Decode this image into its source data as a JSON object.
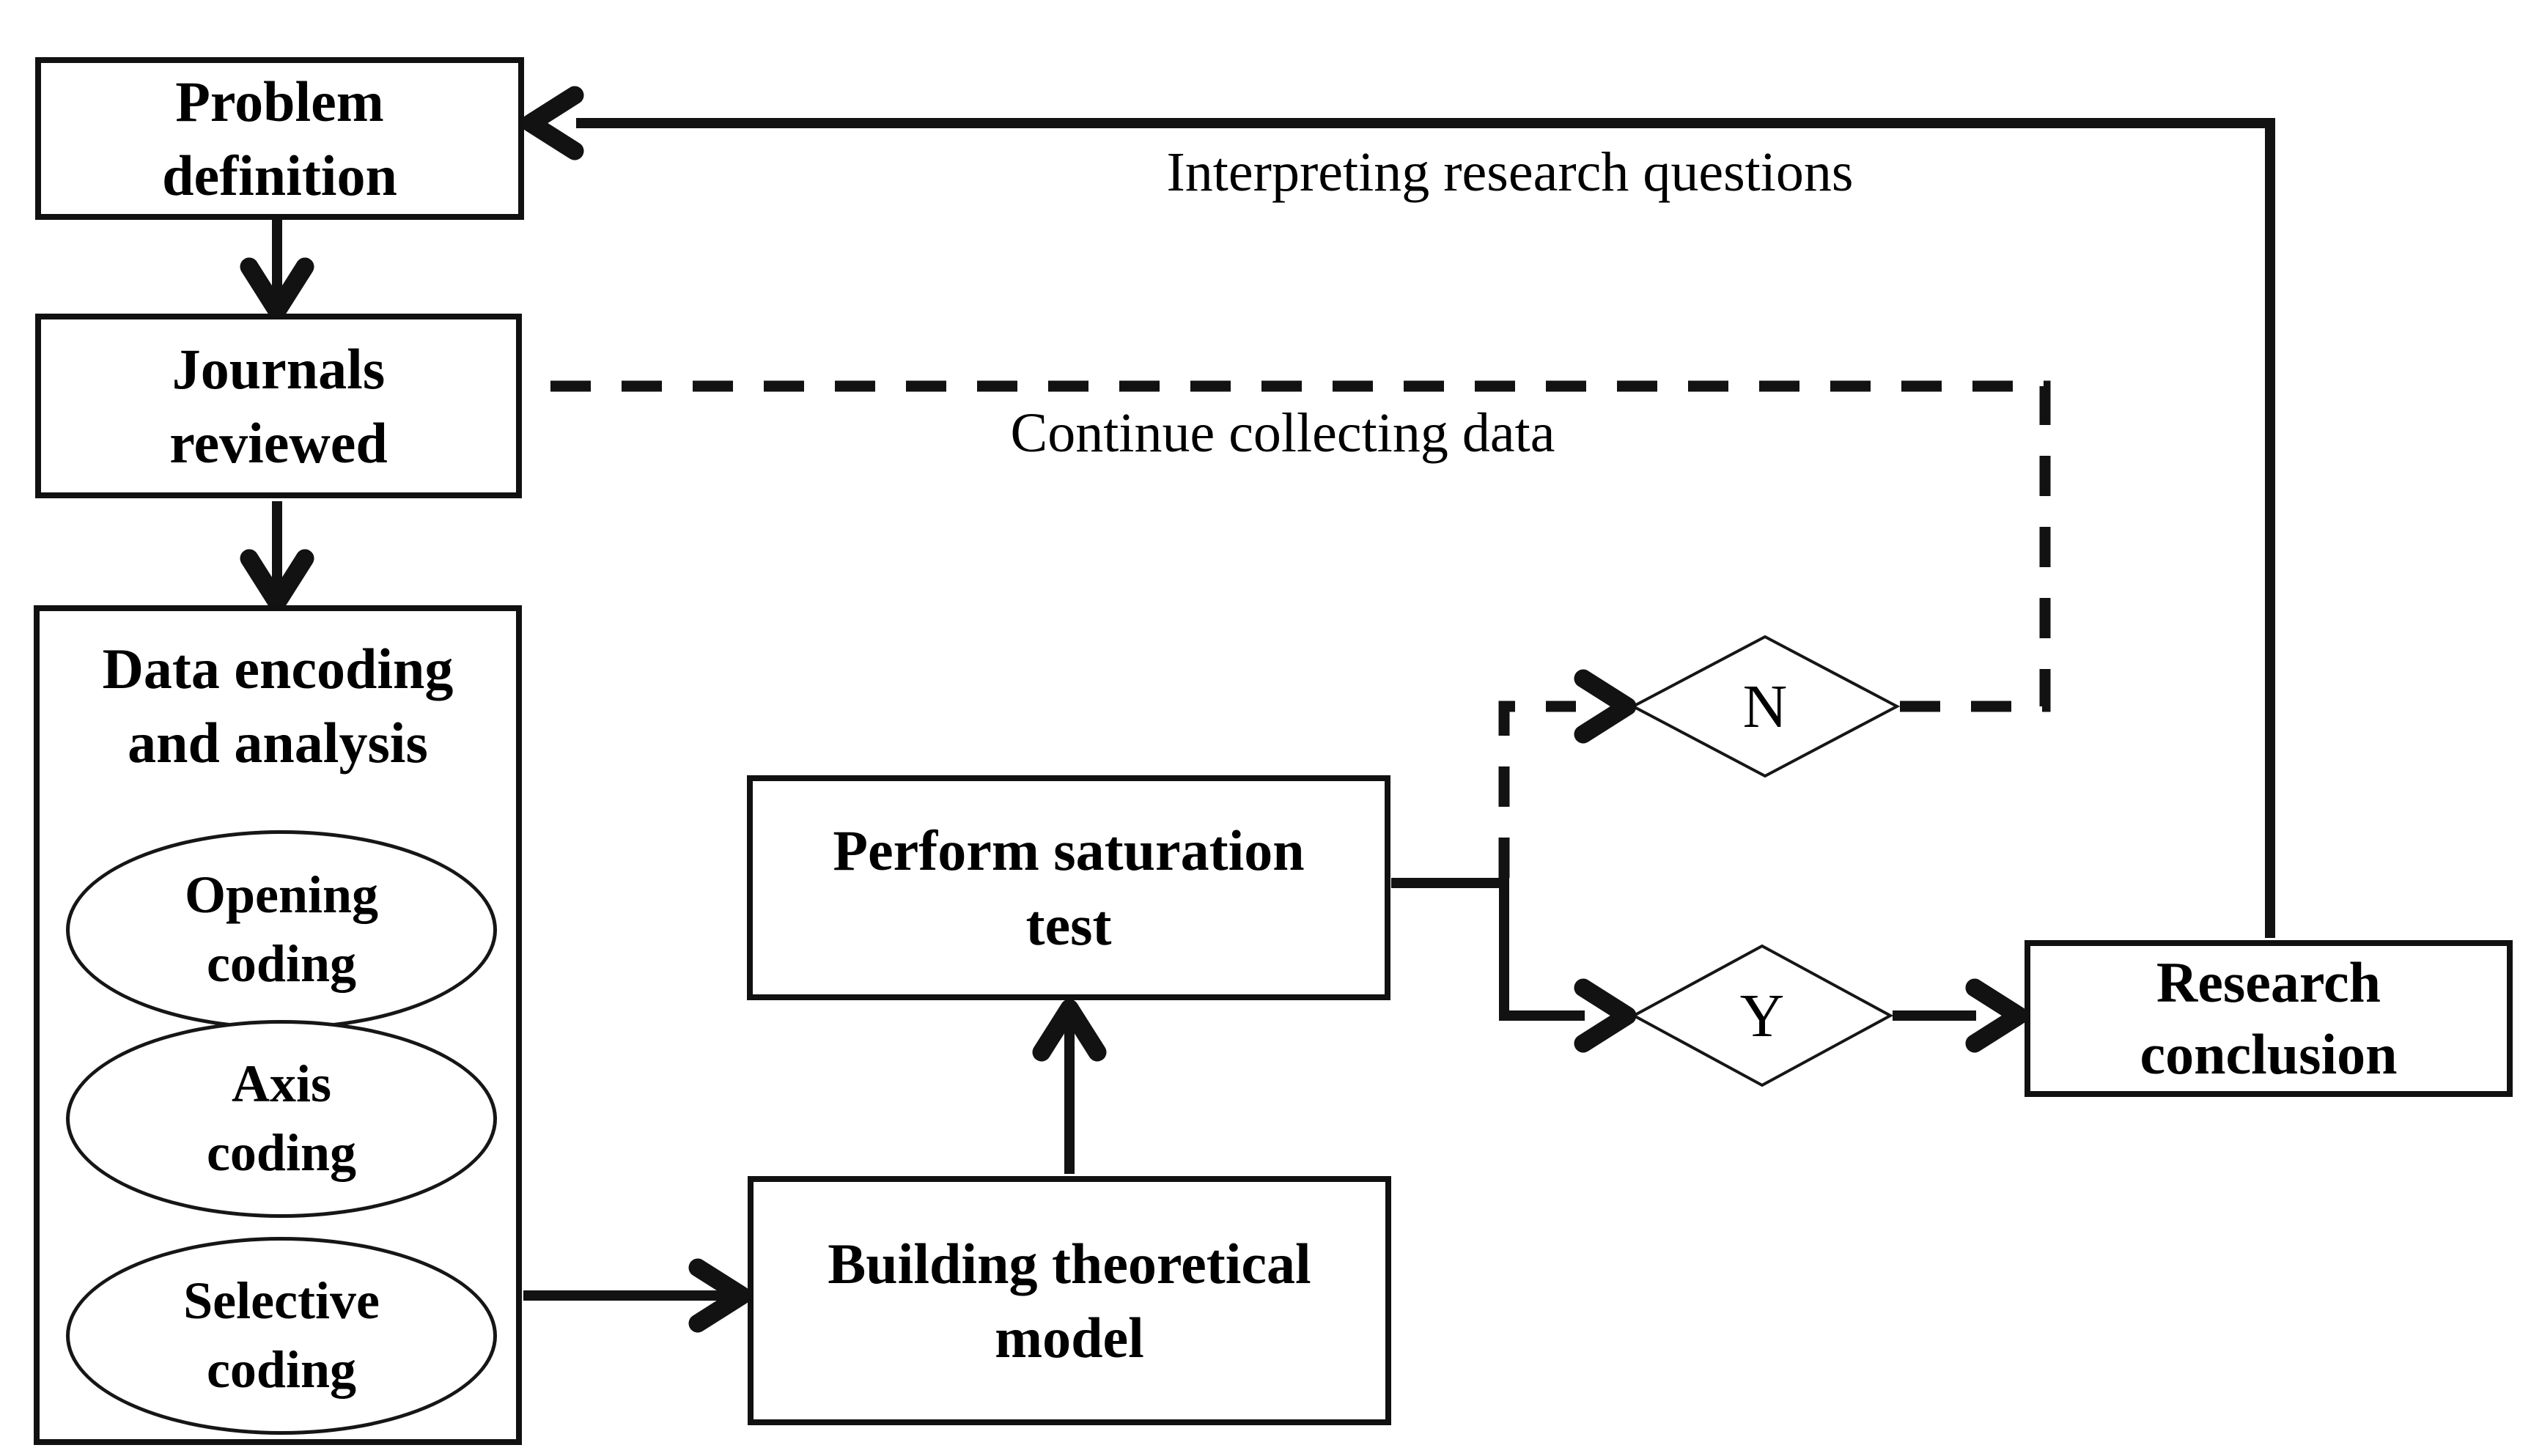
{
  "nodes": {
    "problem": {
      "label": "Problem\ndefinition"
    },
    "journals": {
      "label": "Journals\nreviewed"
    },
    "data_encoding": {
      "label": "Data encoding\nand analysis"
    },
    "opening": {
      "label": "Opening\ncoding"
    },
    "axis": {
      "label": "Axis\ncoding"
    },
    "selective": {
      "label": "Selective\ncoding"
    },
    "saturation": {
      "label": "Perform saturation\ntest"
    },
    "building": {
      "label": "Building theoretical\nmodel"
    },
    "research": {
      "label": "Research\nconclusion"
    },
    "decision_no": {
      "label": "N"
    },
    "decision_yes": {
      "label": "Y"
    }
  },
  "edge_labels": {
    "interpreting": "Interpreting research questions",
    "continue": "Continue collecting data"
  },
  "colors": {
    "ink": "#121212",
    "background": "#ffffff"
  }
}
